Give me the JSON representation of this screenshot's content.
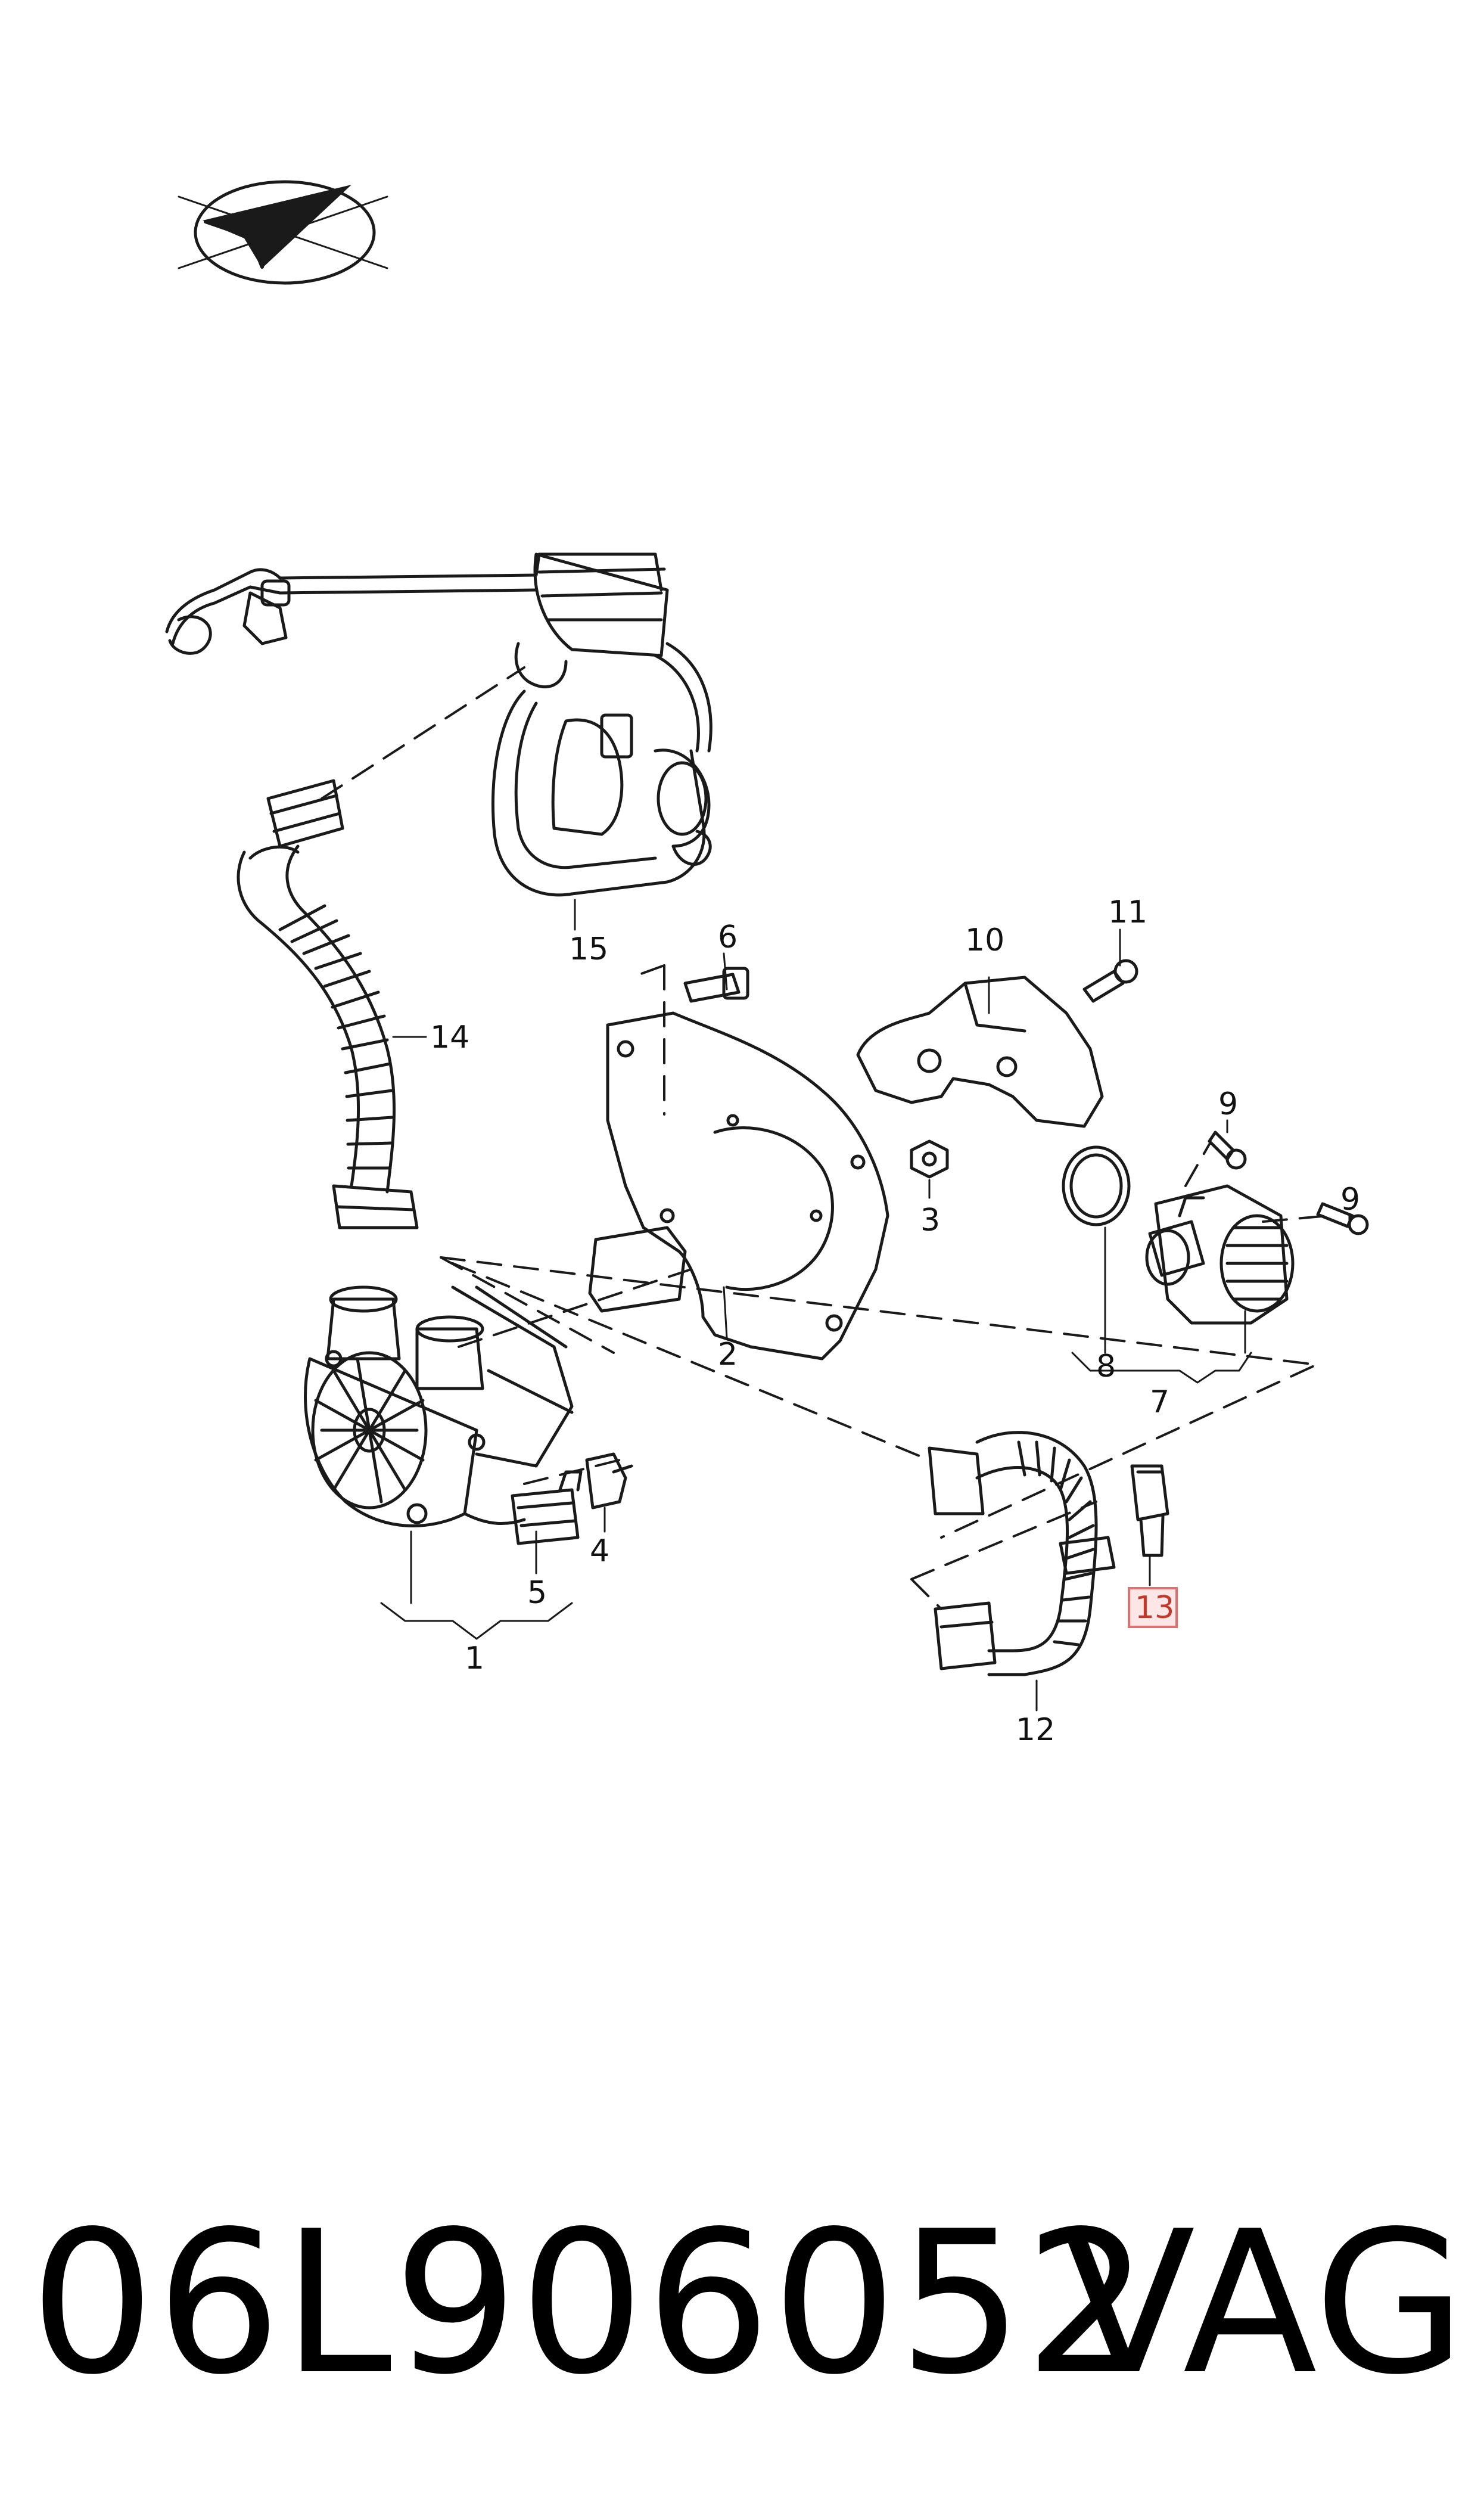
{
  "part_number": "06L906052",
  "brand": "VAG",
  "callouts": [
    {
      "id": "1",
      "text": "1"
    },
    {
      "id": "2",
      "text": "2"
    },
    {
      "id": "3",
      "text": "3"
    },
    {
      "id": "4",
      "text": "4"
    },
    {
      "id": "5",
      "text": "5"
    },
    {
      "id": "6",
      "text": "6"
    },
    {
      "id": "7",
      "text": "7"
    },
    {
      "id": "8",
      "text": "8"
    },
    {
      "id": "9a",
      "text": "9"
    },
    {
      "id": "9b",
      "text": "9"
    },
    {
      "id": "10",
      "text": "10"
    },
    {
      "id": "11",
      "text": "11"
    },
    {
      "id": "12",
      "text": "12"
    },
    {
      "id": "13",
      "text": "13",
      "highlighted": true
    },
    {
      "id": "14",
      "text": "14"
    },
    {
      "id": "15",
      "text": "15"
    }
  ],
  "colors": {
    "line": "#1a1a1a",
    "highlight_border": "#e07070",
    "highlight_fill": "#fde6e6",
    "highlight_text": "#c0392b"
  }
}
